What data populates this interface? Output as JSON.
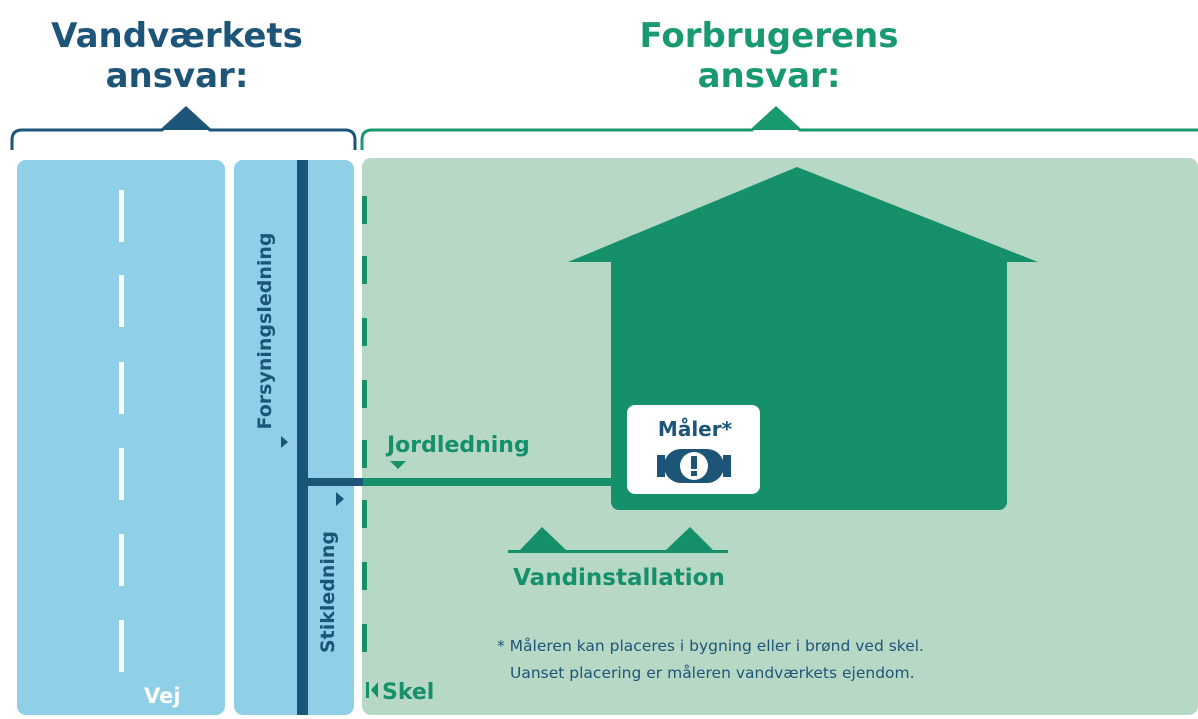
{
  "headers": {
    "left_line1": "Vandværkets",
    "left_line2": "ansvar:",
    "right_line1": "Forbrugerens",
    "right_line2": "ansvar:"
  },
  "labels": {
    "vej": "Vej",
    "forsyningsledning": "Forsyningsledning",
    "stikledning": "Stikledning",
    "jordledning": "Jordledning",
    "skel": "Skel",
    "maler": "Måler*",
    "vandinstallation": "Vandinstallation"
  },
  "footnote": {
    "line1": "* Måleren kan placeres i bygning eller i brønd ved skel.",
    "line2": "Uanset placering er måleren vandværkets ejendom."
  },
  "colors": {
    "navy": "#1d5579",
    "teal_text": "#19996f",
    "house_green": "#15906a",
    "light_blue": "#8fcfe8",
    "light_green": "#b8d8c6",
    "road_dash": "#ffffff"
  }
}
